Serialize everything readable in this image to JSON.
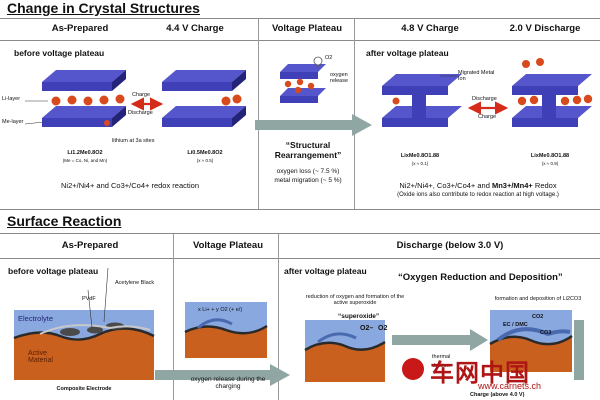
{
  "crystal": {
    "title": "Change in Crystal Structures",
    "headers": {
      "as_prepared": "As-Prepared",
      "charge_44": "4.4 V Charge",
      "plateau": "Voltage Plateau",
      "charge_48": "4.8 V Charge",
      "discharge_20": "2.0 V Discharge"
    },
    "before_label": "before voltage plateau",
    "after_label": "after voltage plateau",
    "labels": {
      "li_layer": "Li-layer",
      "me_layer": "Me-layer",
      "charge": "Charge",
      "discharge": "Discharge",
      "lithium_3a": "lithium at 3a sites",
      "o2": "O2",
      "oxygen_release": "oxygen release",
      "migrated": "Migrated Metal Ion",
      "discharge2": "Discharge",
      "charge2": "Charge"
    },
    "formulas": {
      "f1": "Li1.2Me0.8O2",
      "f1_note": "(Me = Co, Ni, and Mn)",
      "f2": "Li0.5Me0.8O2",
      "f2_note": "(x ≈ 0.5)",
      "f3": "LixMe0.8O1.88",
      "f3_note": "(x ≈ 0.1)",
      "f4": "LixMe0.8O1.88",
      "f4_note": "(x ≈ 0.9)"
    },
    "structural": "“Structural Rearrangement”",
    "oxygen_loss": "oxygen loss (~ 7.5 %)",
    "metal_migration": "metal migration (~ 5 %)",
    "redox1": "Ni2+/Ni4+ and Co3+/Co4+ redox reaction",
    "redox2_a": "Ni2+/Ni4+, Co3+/Co4+ and ",
    "redox2_b": "Mn3+/Mn4+",
    "redox2_c": " Redox",
    "redox2_note": "(Oxide ions also contribute to redox reaction at high voltage.)"
  },
  "surface": {
    "title": "Surface Reaction",
    "headers": {
      "as_prepared": "As-Prepared",
      "plateau": "Voltage Plateau",
      "discharge": "Discharge (below 3.0 V)"
    },
    "before_label": "before voltage plateau",
    "after_label": "after voltage plateau",
    "ord_title": "“Oxygen Reduction and Deposition”",
    "labels": {
      "acetylene": "Acetylene Black",
      "pvdf": "PVdF",
      "electrolyte": "Electrolyte",
      "active": "Active Material",
      "composite": "Composite Electrode",
      "plateau_eq": "x Li+ + y O2 (+ e/)",
      "oxygen_release": "oxygen release during the charging",
      "reduction": "reduction of oxygen and formation of the active superoxide",
      "superoxide": "“superoxide”",
      "o2minus": "O2–",
      "o2": "O2",
      "formation": "formation and deposition of Li2CO3",
      "co2": "CO2",
      "ec_dmc": "EC / DMC",
      "co3": "CO3",
      "thermal": "thermal",
      "reduction_short": "duction",
      "charge_above": "Charge (above 4.0 V)"
    }
  },
  "watermark": {
    "brand": "车网中国",
    "url": "www.carnets.ch"
  },
  "colors": {
    "layer": "#3f3fb8",
    "layer_dark": "#23237a",
    "ion": "#d84a1b",
    "arrow_red": "#d52b1b",
    "arrow_gray": "#8fa6a2",
    "electrolyte": "#8aa8e0",
    "active": "#c9601e"
  }
}
